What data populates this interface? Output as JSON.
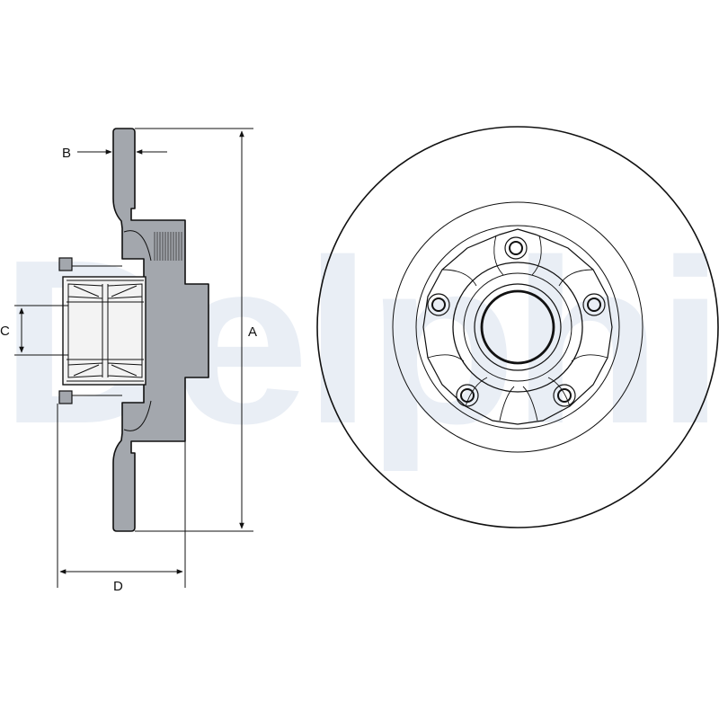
{
  "watermark": {
    "text": "Delphi",
    "color": "#e9eef5"
  },
  "colors": {
    "part_fill": "#a3a7ad",
    "bore_fill": "#f3f3f3",
    "line": "#111111"
  },
  "dimensions": {
    "a": "A",
    "b": "B",
    "c": "C",
    "d": "D"
  }
}
